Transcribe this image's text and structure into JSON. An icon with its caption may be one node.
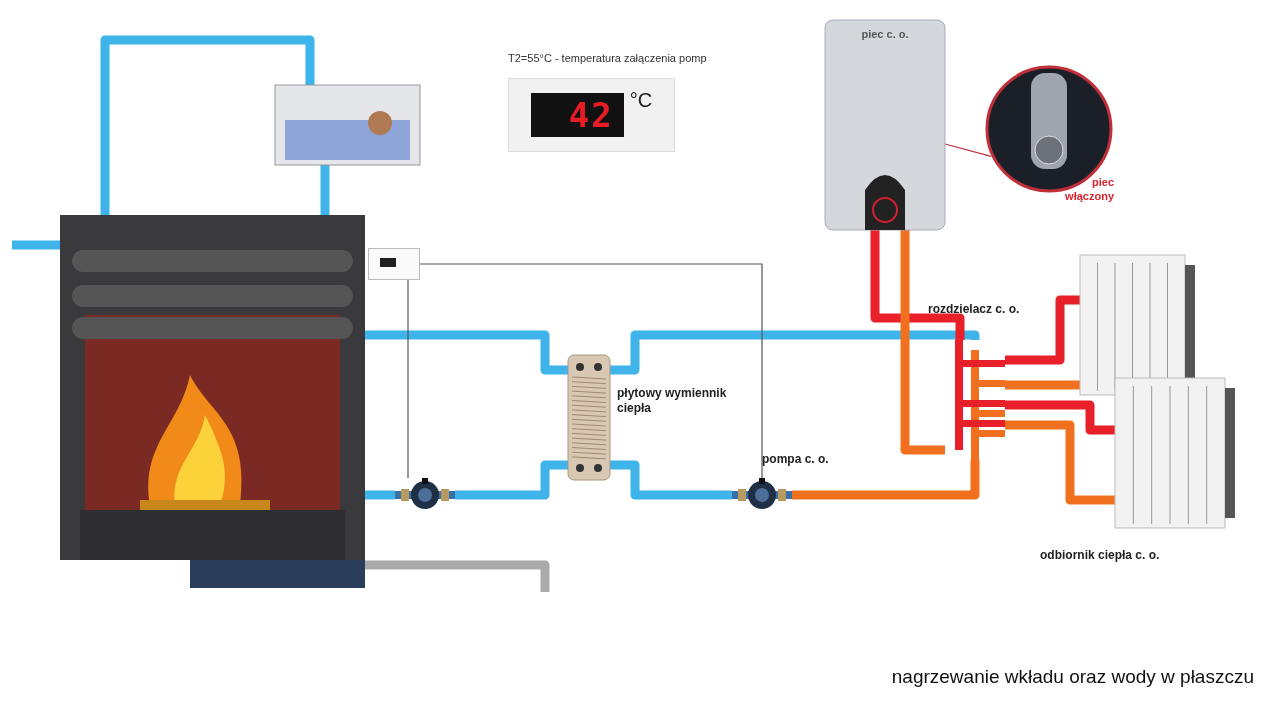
{
  "diagram": {
    "caption": "nagrzewanie wkładu oraz wody w płaszczu",
    "nodes": [
      {
        "text": [],
        "shape": "picture"
      },
      {
        "text": [],
        "shape": "picture"
      },
      {
        "text": [
          "42",
          "°C"
        ]
      },
      {
        "text": [],
        "shape": "box"
      },
      {
        "text": [],
        "shape": "picture"
      },
      {
        "text": [],
        "shape": "picture",
        "beside": [
          "płytowy wymiennik ciepła"
        ]
      },
      {
        "text": [],
        "shape": "picture",
        "beside": [
          "pompa c. o."
        ]
      },
      {
        "text": [
          "piec c. o."
        ]
      },
      {
        "text": [],
        "shape": "circle",
        "beside": [
          "piec włączony"
        ]
      },
      {
        "text": [],
        "shape": "picture",
        "beside": [
          "rozdzielacz c. o."
        ]
      },
      {
        "text": [],
        "shape": "picture"
      },
      {
        "text": [],
        "shape": "picture",
        "beside": [
          "odbiornik ciepła c. o."
        ]
      }
    ],
    "edges": [
      {
        "from": 0,
        "to": 1,
        "arrow": "none"
      },
      {
        "from": 0,
        "to": 1,
        "arrow": "none"
      },
      {
        "from": 0,
        "to": 4,
        "arrow": "none"
      },
      {
        "from": 4,
        "to": 5,
        "arrow": "none"
      },
      {
        "from": 0,
        "to": 5,
        "arrow": "none"
      },
      {
        "from": 5,
        "to": 9,
        "arrow": "none"
      },
      {
        "from": 5,
        "to": 6,
        "arrow": "none"
      },
      {
        "from": 6,
        "to": 9,
        "arrow": "none",
        "color": "#f07020"
      },
      {
        "from": 7,
        "to": 9,
        "arrow": "none",
        "color": "#e8202a"
      },
      {
        "from": 7,
        "to": 9,
        "arrow": "none",
        "color": "#f07020"
      },
      {
        "from": 9,
        "to": 10,
        "arrow": "none",
        "color": "#e8202a"
      },
      {
        "from": 9,
        "to": 10,
        "arrow": "none",
        "color": "#f07020"
      },
      {
        "from": 9,
        "to": 11,
        "arrow": "none",
        "color": "#e8202a"
      },
      {
        "from": 9,
        "to": 11,
        "arrow": "none",
        "color": "#f07020"
      },
      {
        "from": 3,
        "to": 4,
        "arrow": "none",
        "color": "#555555"
      },
      {
        "from": 3,
        "to": 6,
        "arrow": "none",
        "color": "#555555"
      },
      {
        "from": 7,
        "to": 8,
        "arrow": "none",
        "color": "#c0303a"
      },
      {
        "from": null,
        "to": 0,
        "arrow": "none"
      },
      {
        "from": 0,
        "to": null,
        "arrow": "none",
        "color": "#aaaaaa"
      }
    ],
    "labels": [
      "T2=55°C - temperatura załączenia pomp"
    ]
  }
}
